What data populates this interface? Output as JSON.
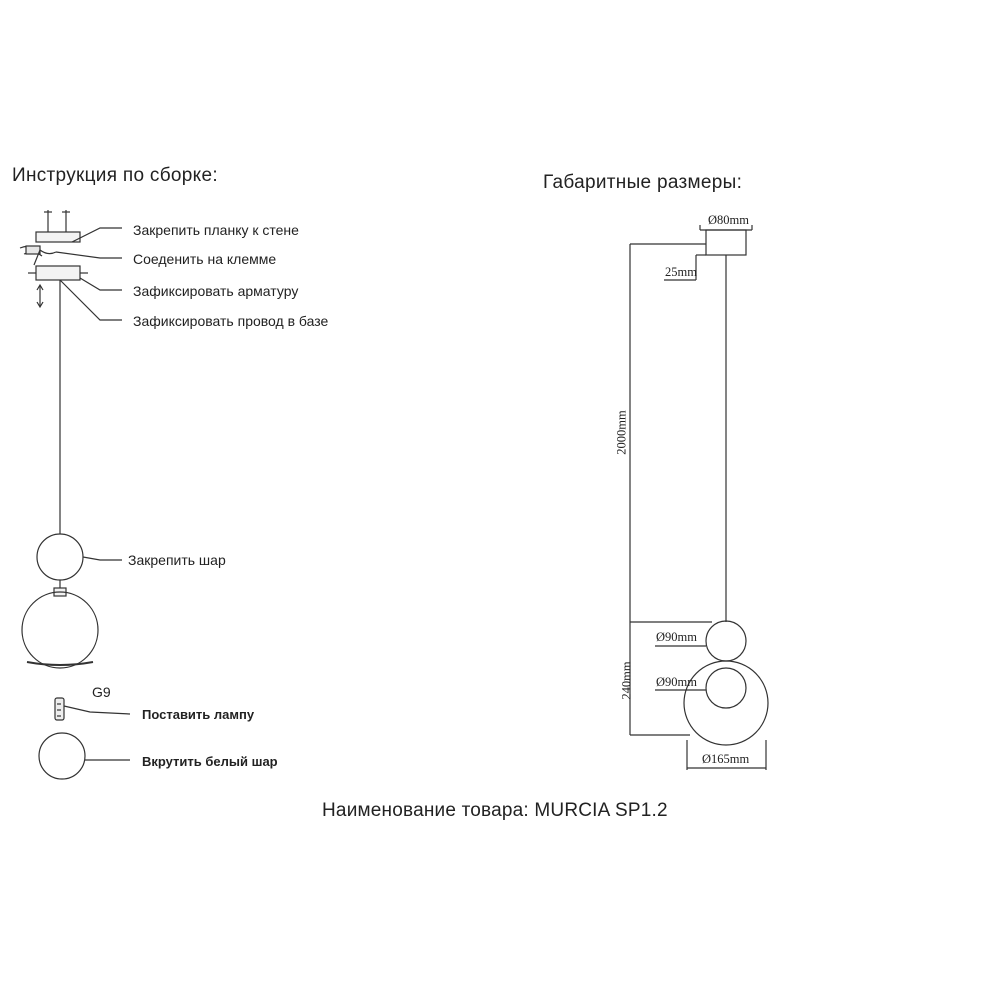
{
  "assembly": {
    "heading": "Инструкция по сборке:",
    "steps": [
      "Закрепить планку к стене",
      "Соеденить на клемме",
      "Зафиксировать арматуру",
      "Зафиксировать провод в базе",
      "Закрепить шар"
    ],
    "lamp_type": "G9",
    "install_lamp": "Поставить лампу",
    "screw_ball": "Вкрутить белый шар"
  },
  "dimensions": {
    "heading": "Габаритные размеры:",
    "canopy_diameter": "Ø80mm",
    "canopy_height": "25mm",
    "total_height": "2000mm",
    "ball_top_diameter": "Ø90mm",
    "shade_height": "240mm",
    "ball_inner_diameter": "Ø90mm",
    "shade_diameter": "Ø165mm"
  },
  "product": {
    "label": "Наименование товара: MURCIA SP1.2"
  }
}
